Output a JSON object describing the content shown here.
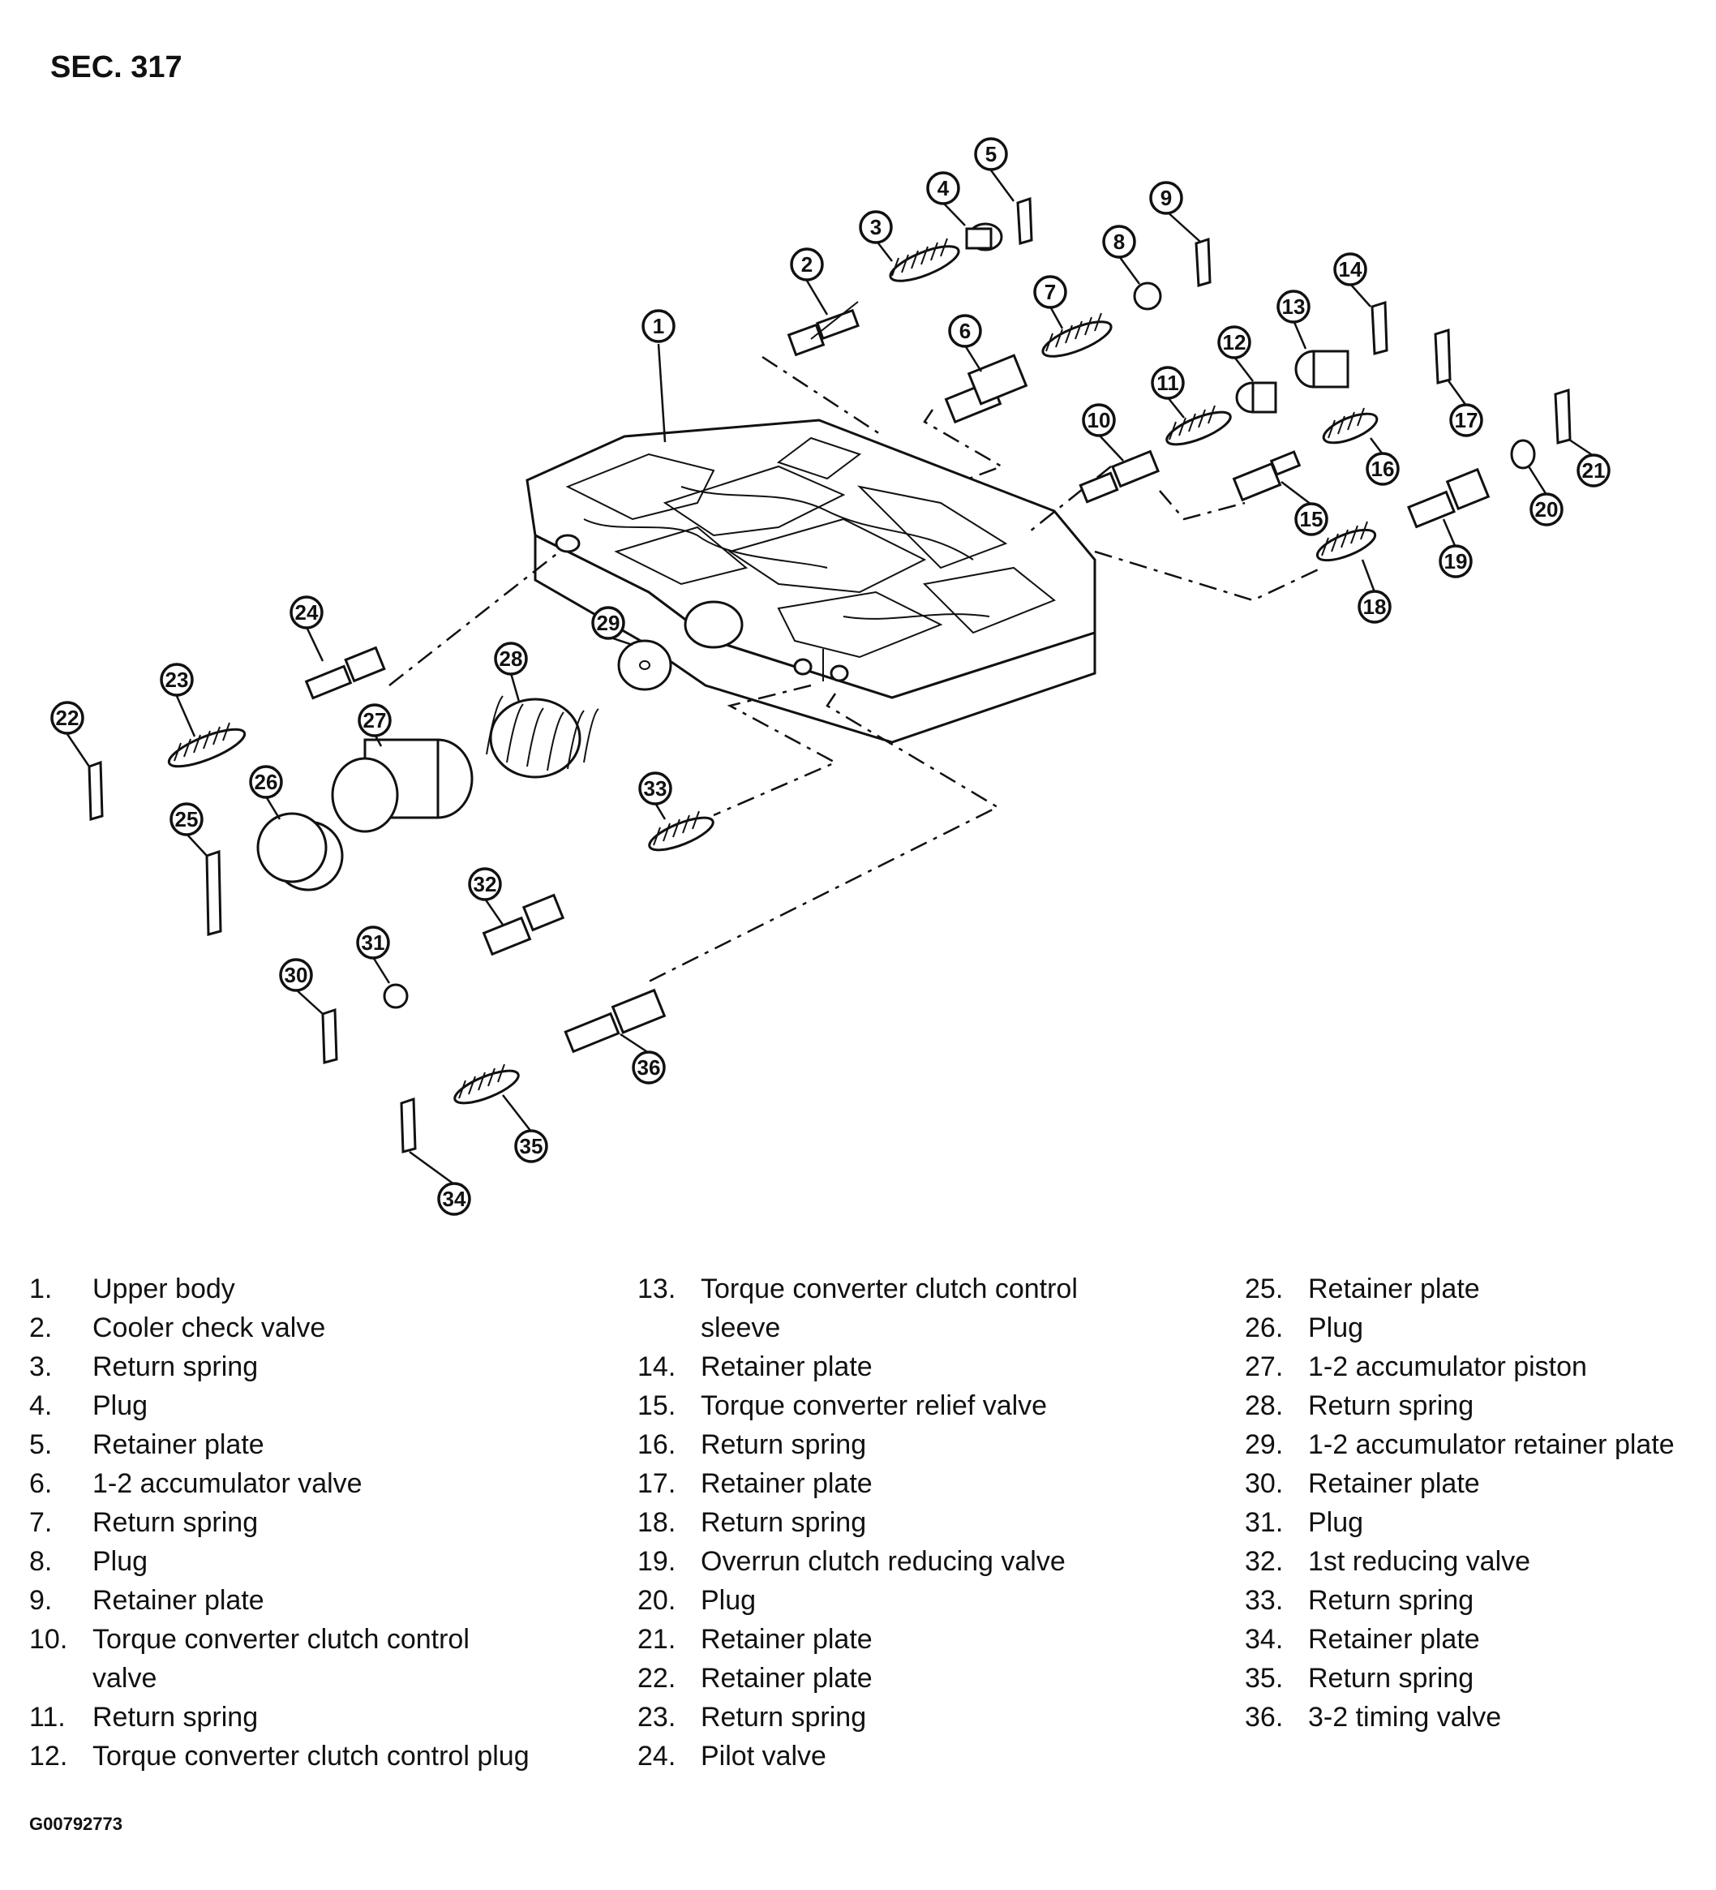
{
  "header": "SEC. 317",
  "figure_id": "G00792773",
  "callouts": [
    "1",
    "2",
    "3",
    "4",
    "5",
    "6",
    "7",
    "8",
    "9",
    "10",
    "11",
    "12",
    "13",
    "14",
    "15",
    "16",
    "17",
    "18",
    "19",
    "20",
    "21",
    "22",
    "23",
    "24",
    "25",
    "26",
    "27",
    "28",
    "29",
    "30",
    "31",
    "32",
    "33",
    "34",
    "35",
    "36"
  ],
  "legend": [
    {
      "num": "1.",
      "text": "Upper body"
    },
    {
      "num": "2.",
      "text": "Cooler check valve"
    },
    {
      "num": "3.",
      "text": "Return spring"
    },
    {
      "num": "4.",
      "text": "Plug"
    },
    {
      "num": "5.",
      "text": "Retainer plate"
    },
    {
      "num": "6.",
      "text": "1-2 accumulator valve"
    },
    {
      "num": "7.",
      "text": "Return spring"
    },
    {
      "num": "8.",
      "text": "Plug"
    },
    {
      "num": "9.",
      "text": "Retainer plate"
    },
    {
      "num": "10.",
      "text": "Torque converter clutch control valve"
    },
    {
      "num": "11.",
      "text": "Return spring"
    },
    {
      "num": "12.",
      "text": "Torque converter clutch control plug"
    },
    {
      "num": "13.",
      "text": "Torque converter clutch control sleeve"
    },
    {
      "num": "14.",
      "text": "Retainer plate"
    },
    {
      "num": "15.",
      "text": "Torque converter relief valve"
    },
    {
      "num": "16.",
      "text": "Return spring"
    },
    {
      "num": "17.",
      "text": "Retainer plate"
    },
    {
      "num": "18.",
      "text": "Return spring"
    },
    {
      "num": "19.",
      "text": "Overrun clutch reducing valve"
    },
    {
      "num": "20.",
      "text": "Plug"
    },
    {
      "num": "21.",
      "text": "Retainer plate"
    },
    {
      "num": "22.",
      "text": "Retainer plate"
    },
    {
      "num": "23.",
      "text": "Return spring"
    },
    {
      "num": "24.",
      "text": "Pilot valve"
    },
    {
      "num": "25.",
      "text": "Retainer plate"
    },
    {
      "num": "26.",
      "text": "Plug"
    },
    {
      "num": "27.",
      "text": "1-2 accumulator piston"
    },
    {
      "num": "28.",
      "text": "Return spring"
    },
    {
      "num": "29.",
      "text": "1-2 accumulator retainer plate"
    },
    {
      "num": "30.",
      "text": "Retainer plate"
    },
    {
      "num": "31.",
      "text": "Plug"
    },
    {
      "num": "32.",
      "text": "1st reducing valve"
    },
    {
      "num": "33.",
      "text": "Return spring"
    },
    {
      "num": "34.",
      "text": "Retainer plate"
    },
    {
      "num": "35.",
      "text": "Return spring"
    },
    {
      "num": "36.",
      "text": "3-2 timing valve"
    }
  ]
}
